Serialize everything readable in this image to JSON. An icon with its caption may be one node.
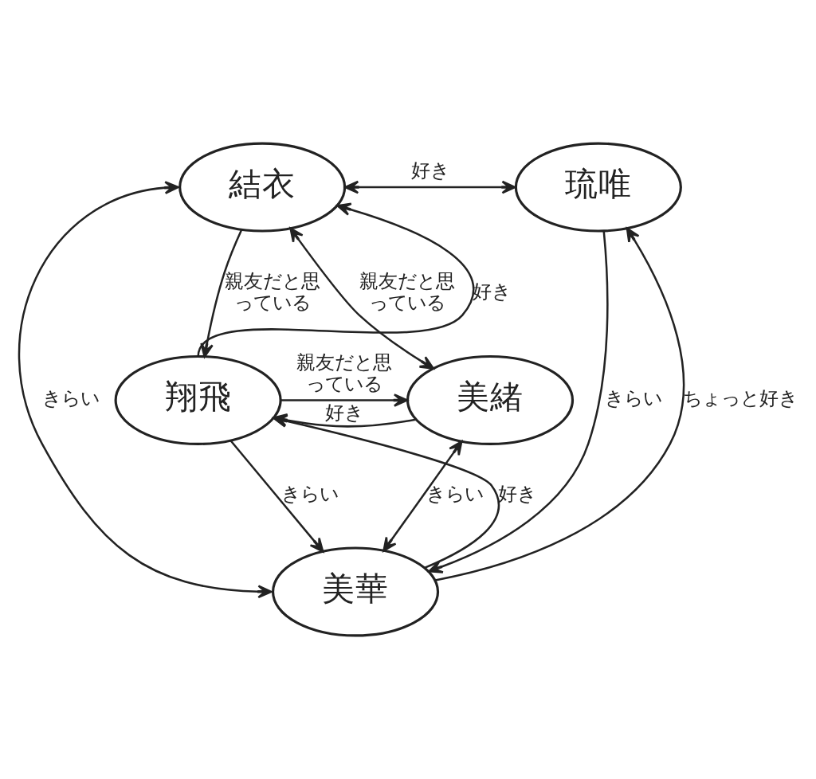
{
  "diagram": {
    "nodes": [
      {
        "text": [
          "結衣"
        ]
      },
      {
        "text": [
          "琉唯"
        ]
      },
      {
        "text": [
          "翔飛"
        ]
      },
      {
        "text": [
          "美緒"
        ]
      },
      {
        "text": [
          "美華"
        ]
      }
    ],
    "edges": [
      {
        "from": 0,
        "to": 4,
        "arrow": "both",
        "label": "きらい"
      },
      {
        "from": 0,
        "to": 2,
        "arrow": "to",
        "label": "親友だと思っている"
      },
      {
        "from": 0,
        "to": 1,
        "arrow": "both",
        "label": "好き"
      },
      {
        "from": 0,
        "to": 3,
        "arrow": "both",
        "label": "親友だと思っている"
      },
      {
        "from": 1,
        "to": 4,
        "arrow": "to",
        "label": "きらい"
      },
      {
        "from": 2,
        "to": 0,
        "arrow": "to",
        "label": "好き"
      },
      {
        "from": 2,
        "to": 3,
        "arrow": "to",
        "label": "親友だと思っている"
      },
      {
        "from": 2,
        "to": 4,
        "arrow": "to",
        "label": "きらい"
      },
      {
        "from": 3,
        "to": 2,
        "arrow": "to",
        "label": "好き"
      },
      {
        "from": 3,
        "to": 4,
        "arrow": "both",
        "label": "きらい"
      },
      {
        "from": 4,
        "to": 2,
        "arrow": "to",
        "label": "好き"
      },
      {
        "from": 4,
        "to": 1,
        "arrow": "to",
        "label": "ちょっと好き"
      }
    ]
  }
}
